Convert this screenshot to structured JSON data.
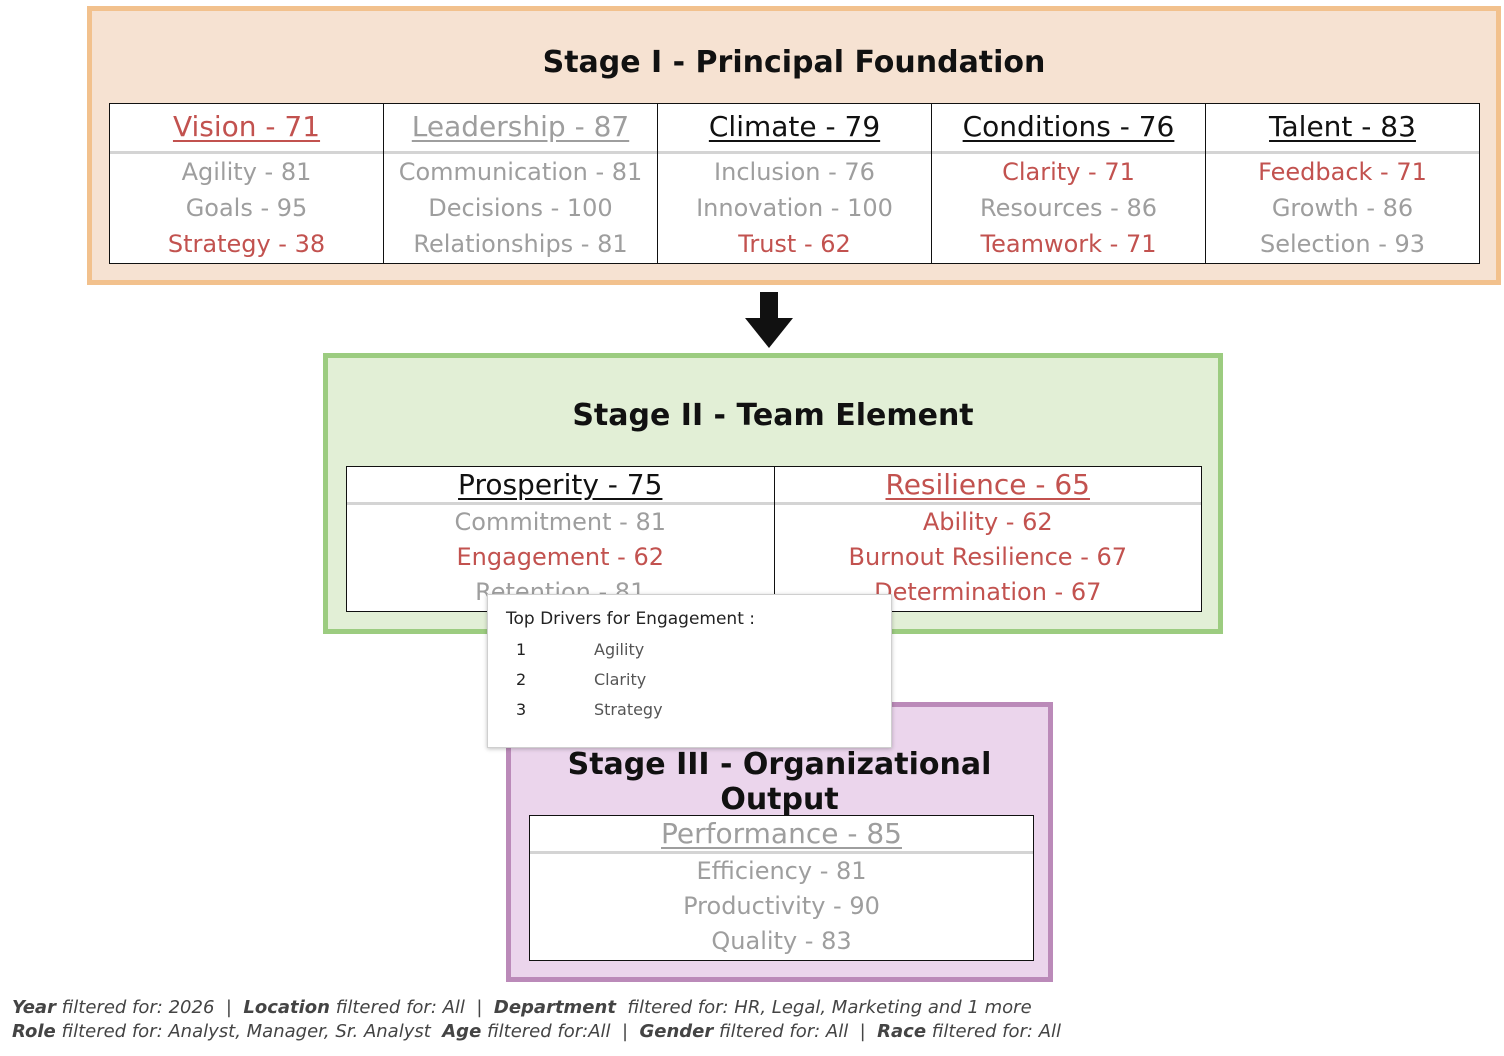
{
  "stage1": {
    "title": "Stage I - Principal Foundation",
    "columns": [
      {
        "head": "Vision - 71",
        "items": [
          "Agility - 81",
          "Goals - 95",
          "Strategy - 38"
        ]
      },
      {
        "head": "Leadership - 87",
        "items": [
          "Communication - 81",
          "Decisions - 100",
          "Relationships - 81"
        ]
      },
      {
        "head": "Climate - 79",
        "items": [
          "Inclusion - 76",
          "Innovation - 100",
          "Trust - 62"
        ]
      },
      {
        "head": "Conditions - 76",
        "items": [
          "Clarity - 71",
          "Resources - 86",
          "Teamwork - 71"
        ]
      },
      {
        "head": "Talent - 83",
        "items": [
          "Feedback - 71",
          "Growth - 86",
          "Selection - 93"
        ]
      }
    ]
  },
  "stage2": {
    "title": "Stage II - Team Element",
    "columns": [
      {
        "head": "Prosperity - 75",
        "items": [
          "Commitment - 81",
          "Engagement - 62",
          "Retention - 81"
        ]
      },
      {
        "head": "Resilience - 65",
        "items": [
          "Ability - 62",
          "Burnout Resilience - 67",
          "Determination - 67"
        ]
      }
    ]
  },
  "stage3": {
    "title": "Stage III - Organizational Output",
    "columns": [
      {
        "head": "Performance - 85",
        "items": [
          "Efficiency - 81",
          "Productivity - 90",
          "Quality - 83"
        ]
      }
    ]
  },
  "tooltip": {
    "title": "Top Drivers for Engagement :",
    "rows": [
      {
        "rank": "1",
        "name": "Agility"
      },
      {
        "rank": "2",
        "name": "Clarity"
      },
      {
        "rank": "3",
        "name": "Strategy"
      }
    ]
  },
  "filters": {
    "line1": [
      {
        "label": "Year",
        "text": " filtered for: 2026",
        "sep": "  |  "
      },
      {
        "label": "Location",
        "text": " filtered for: All",
        "sep": "  |  "
      },
      {
        "label": "Department",
        "text": "  filtered for: HR, Legal, Marketing and 1 more",
        "sep": ""
      }
    ],
    "line2": [
      {
        "label": "Role",
        "text": " filtered for: Analyst, Manager, Sr. Analyst",
        "sep": "  "
      },
      {
        "label": "Age",
        "text": " filtered for:All",
        "sep": "  |  "
      },
      {
        "label": "Gender",
        "text": " filtered for: All",
        "sep": "  |  "
      },
      {
        "label": "Race",
        "text": " filtered for: All",
        "sep": ""
      }
    ]
  },
  "colors": {
    "stage1_bg": "#f6e2d2",
    "stage1_border": "#f2c18d",
    "stage2_bg": "#e2efd6",
    "stage2_border": "#9ccc80",
    "stage3_bg": "#ebd5ec",
    "stage3_border": "#bb8ab9",
    "red": "#c2524f",
    "gray": "#9e9e9e",
    "black": "#111111"
  },
  "icons": {
    "flow_arrow": "arrow-down-icon"
  }
}
